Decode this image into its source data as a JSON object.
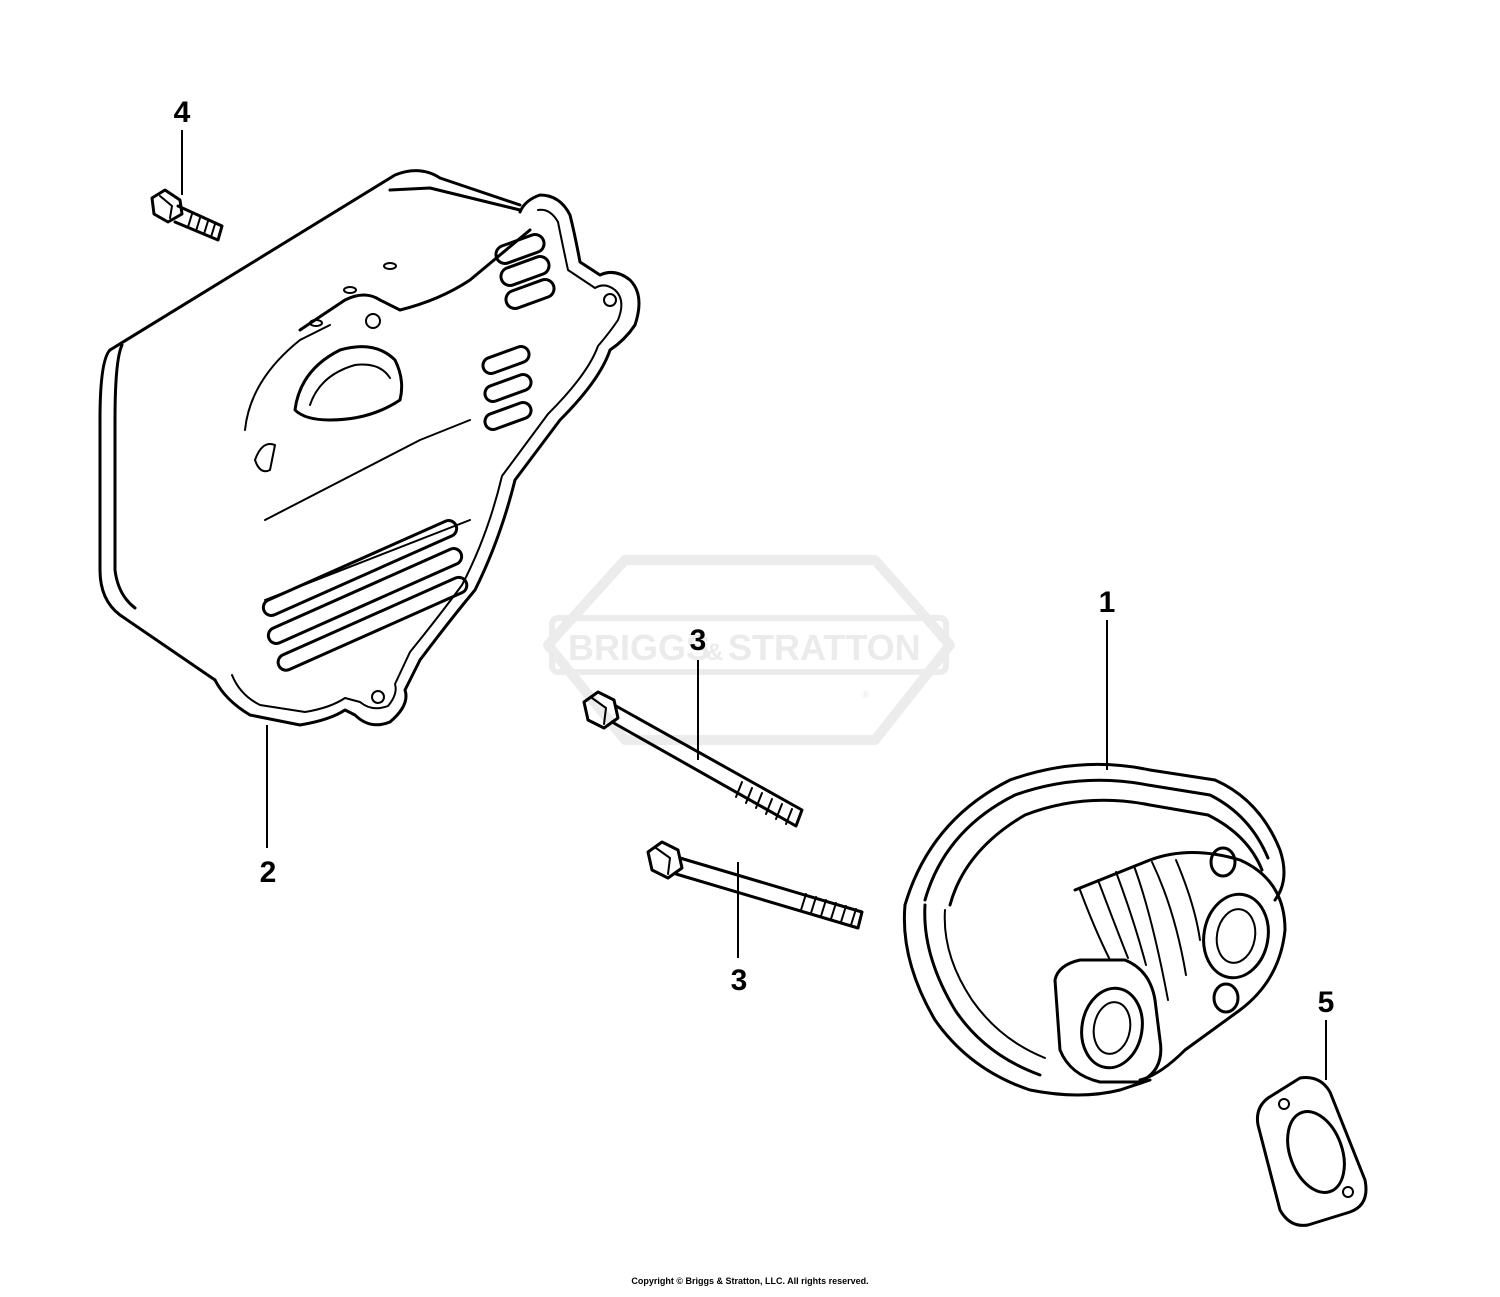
{
  "watermark": {
    "text_left": "BRIGGS",
    "amp": "&",
    "text_right": "STRATTON",
    "mark": "®"
  },
  "callouts": [
    {
      "id": "1",
      "label": "1"
    },
    {
      "id": "2",
      "label": "2"
    },
    {
      "id": "3a",
      "label": "3"
    },
    {
      "id": "3b",
      "label": "3"
    },
    {
      "id": "4",
      "label": "4"
    },
    {
      "id": "5",
      "label": "5"
    }
  ],
  "footer": {
    "copyright": "Copyright © Briggs & Stratton, LLC. All rights reserved."
  }
}
